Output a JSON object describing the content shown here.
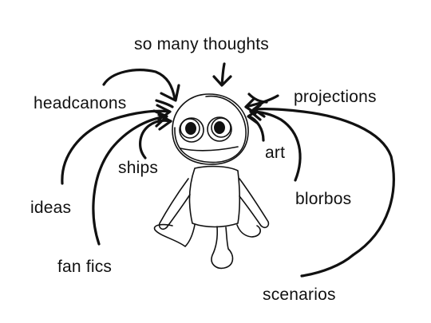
{
  "labels": {
    "so_many_thoughts": "so many thoughts",
    "headcanons": "headcanons",
    "projections": "projections",
    "ships": "ships",
    "art": "art",
    "ideas": "ideas",
    "blorbos": "blorbos",
    "fan_fics": "fan fics",
    "scenarios": "scenarios"
  },
  "colors": {
    "ink": "#111111",
    "background": "#ffffff"
  }
}
